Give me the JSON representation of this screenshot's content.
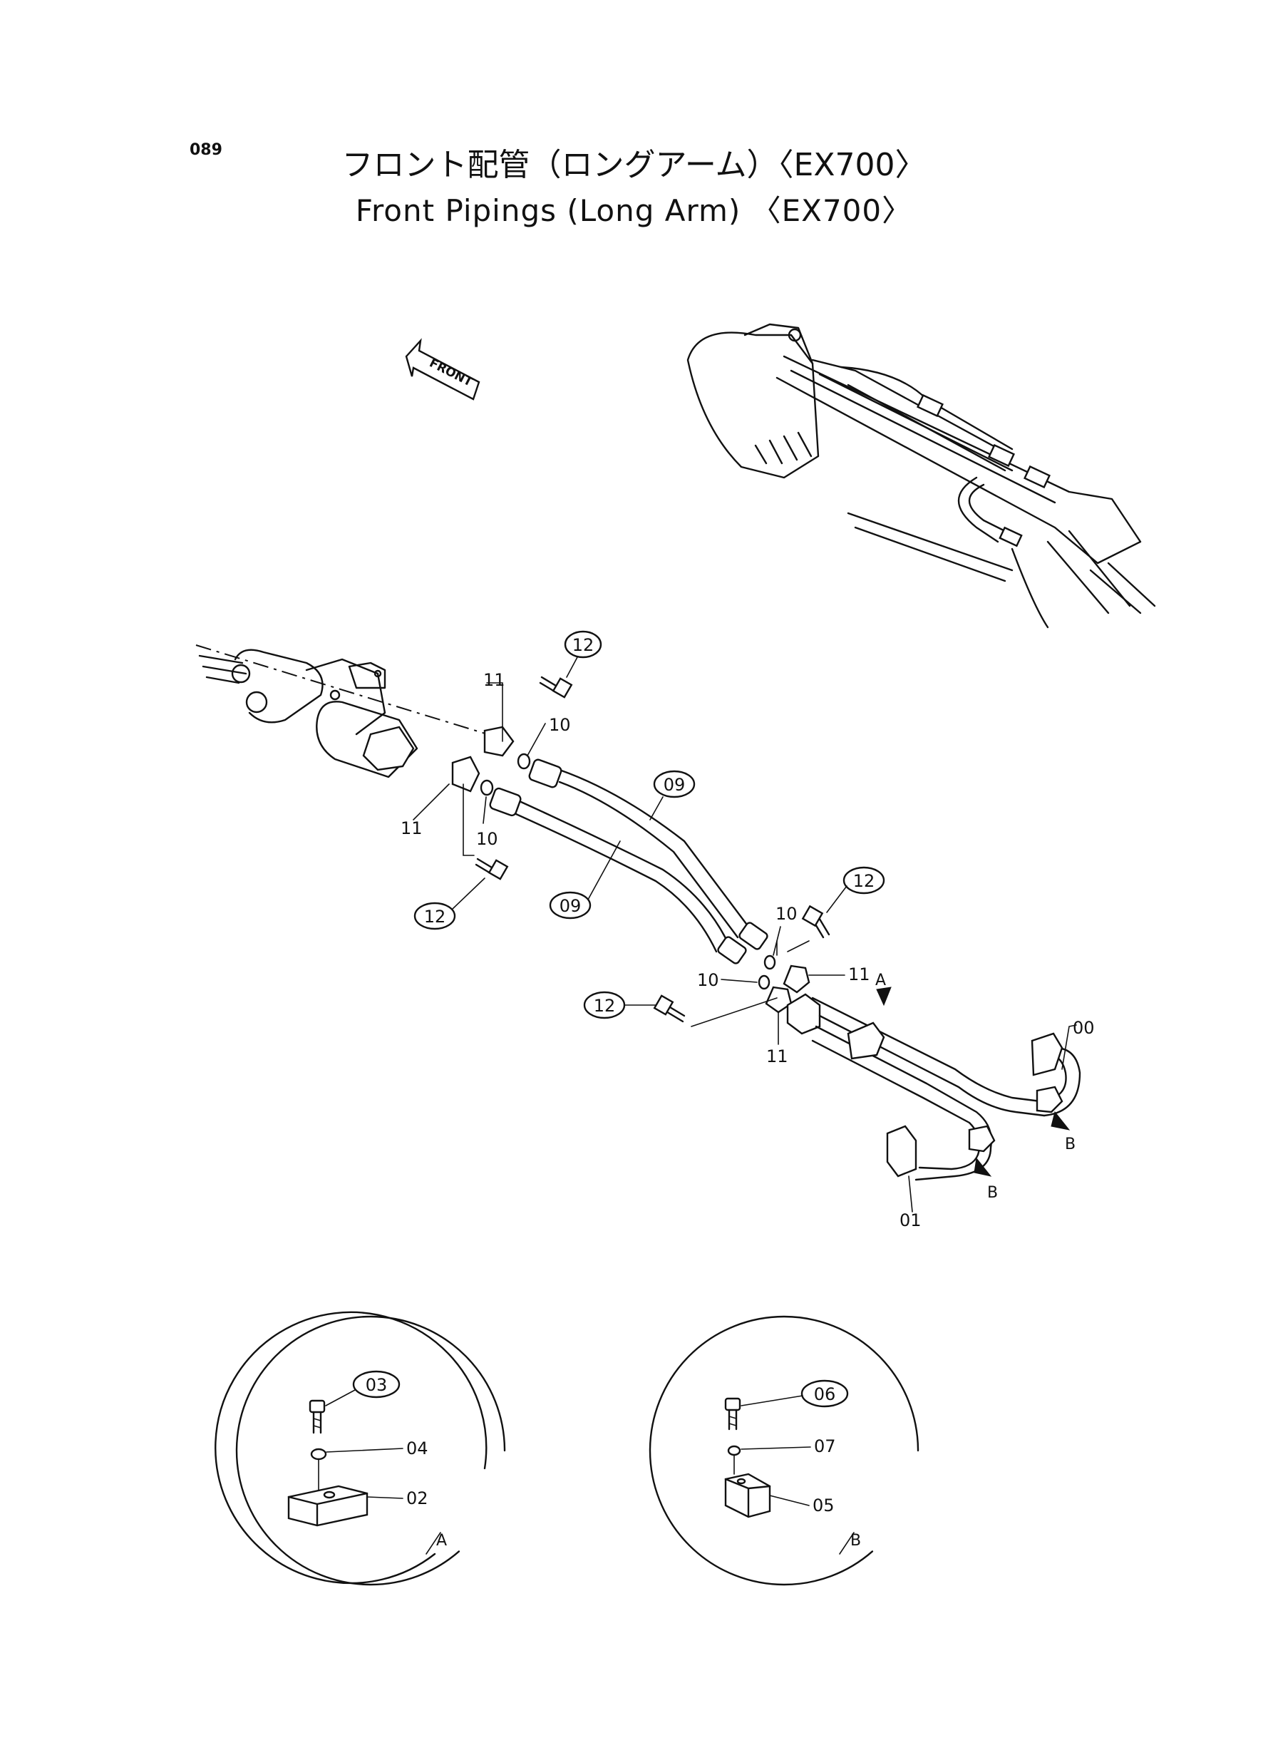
{
  "header": {
    "page_number": "089",
    "title_jp": "フロント配管（ロングアーム）〈EX700〉",
    "title_en": "Front Pipings (Long Arm) 〈EX700〉"
  },
  "direction_arrow": {
    "label": "FRONT"
  },
  "callouts": {
    "c12_top": "12",
    "c11_top": "11",
    "c10_top": "10",
    "c09_upper": "09",
    "c11_left": "11",
    "c10_left": "10",
    "c09_lower": "09",
    "c12_left": "12",
    "c12_right": "12",
    "c10_mid_top": "10",
    "c11_mid_right": "11",
    "c10_mid_left": "10",
    "c12_mid_left": "12",
    "c11_mid_bottom": "11",
    "c00": "00",
    "c01": "01",
    "markA": "A",
    "markB_right": "B",
    "markB_left": "B"
  },
  "detail_a": {
    "label": "A",
    "bolt": "03",
    "washer": "04",
    "clamp": "02"
  },
  "detail_b": {
    "label": "B",
    "bolt": "06",
    "washer": "07",
    "clamp": "05"
  }
}
